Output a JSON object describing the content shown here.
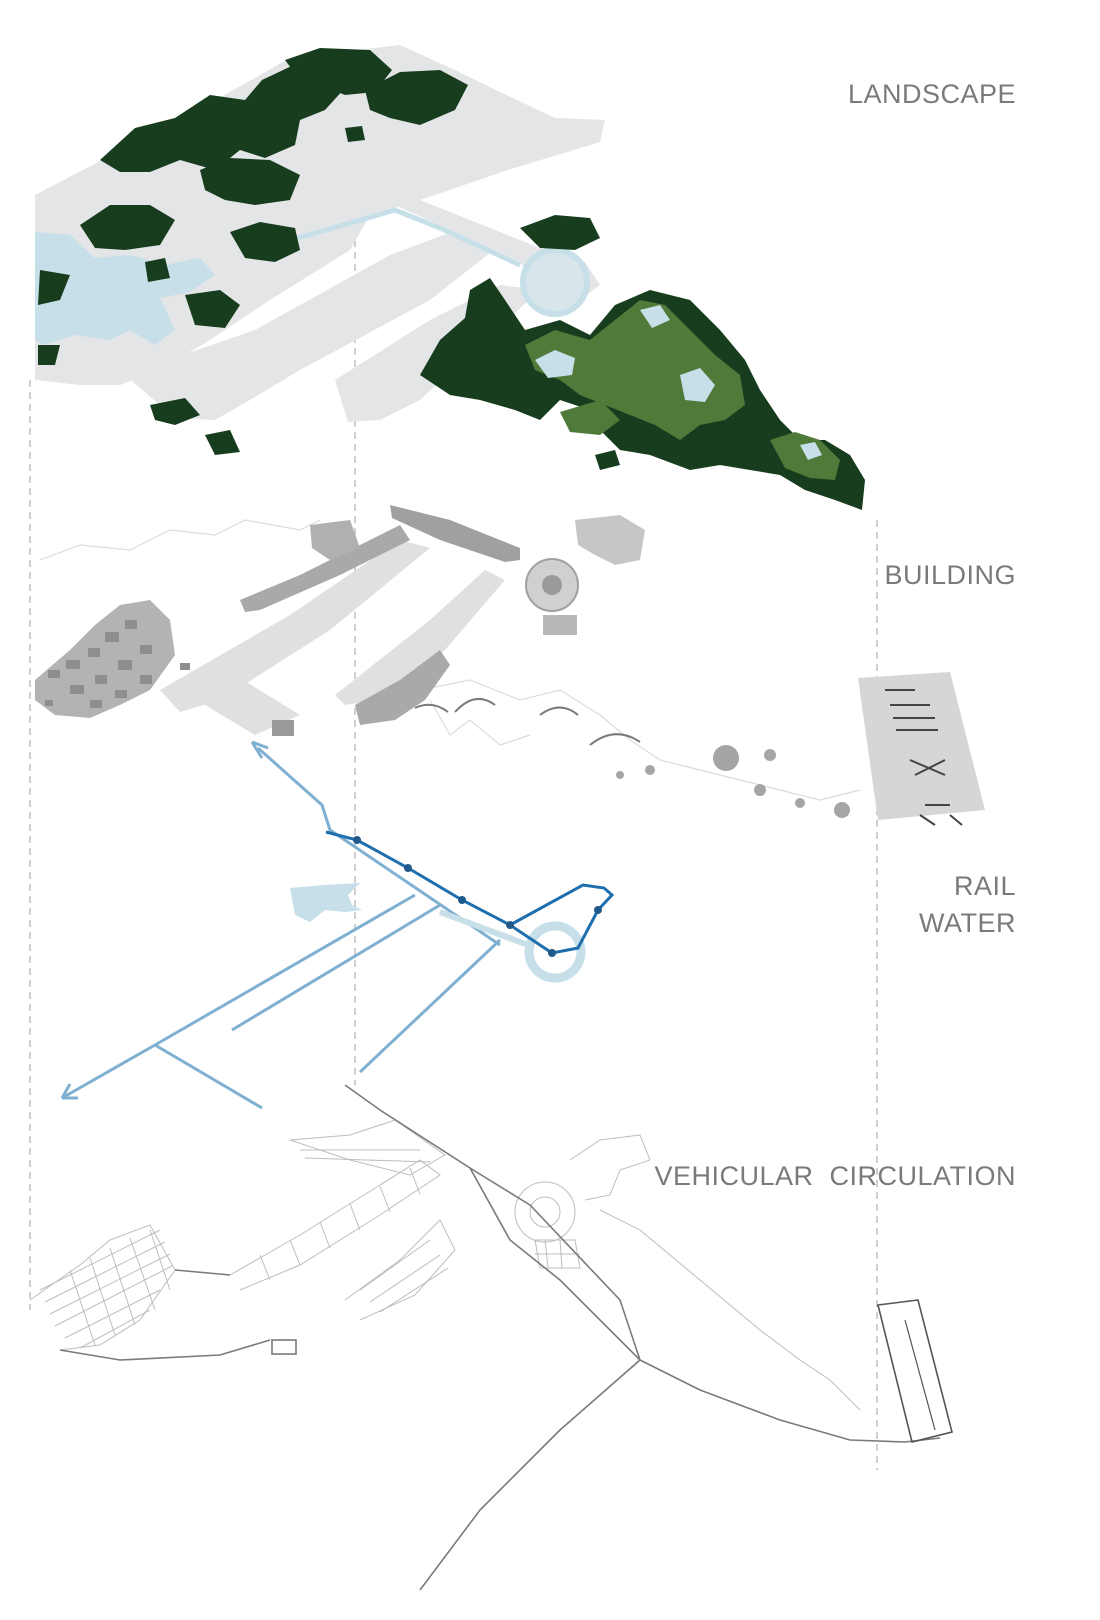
{
  "labels": {
    "landscape": "LANDSCAPE",
    "building": "BUILDING",
    "rail": "RAIL",
    "water": "WATER",
    "vehicular": "VEHICULAR  CIRCULATION"
  },
  "colors": {
    "base_gray": "#e3e5e6",
    "forest_dark": "#173d1e",
    "forest_mid": "#4f7a3a",
    "water_light": "#c6dfe8",
    "building_gray": "#8e8e8e",
    "rail_dark": "#1f6fae",
    "water_line": "#7fb0d2",
    "road_gray": "#9a9a9a",
    "label_gray": "#7a7a7a",
    "guide_gray": "#b5b5b5"
  }
}
